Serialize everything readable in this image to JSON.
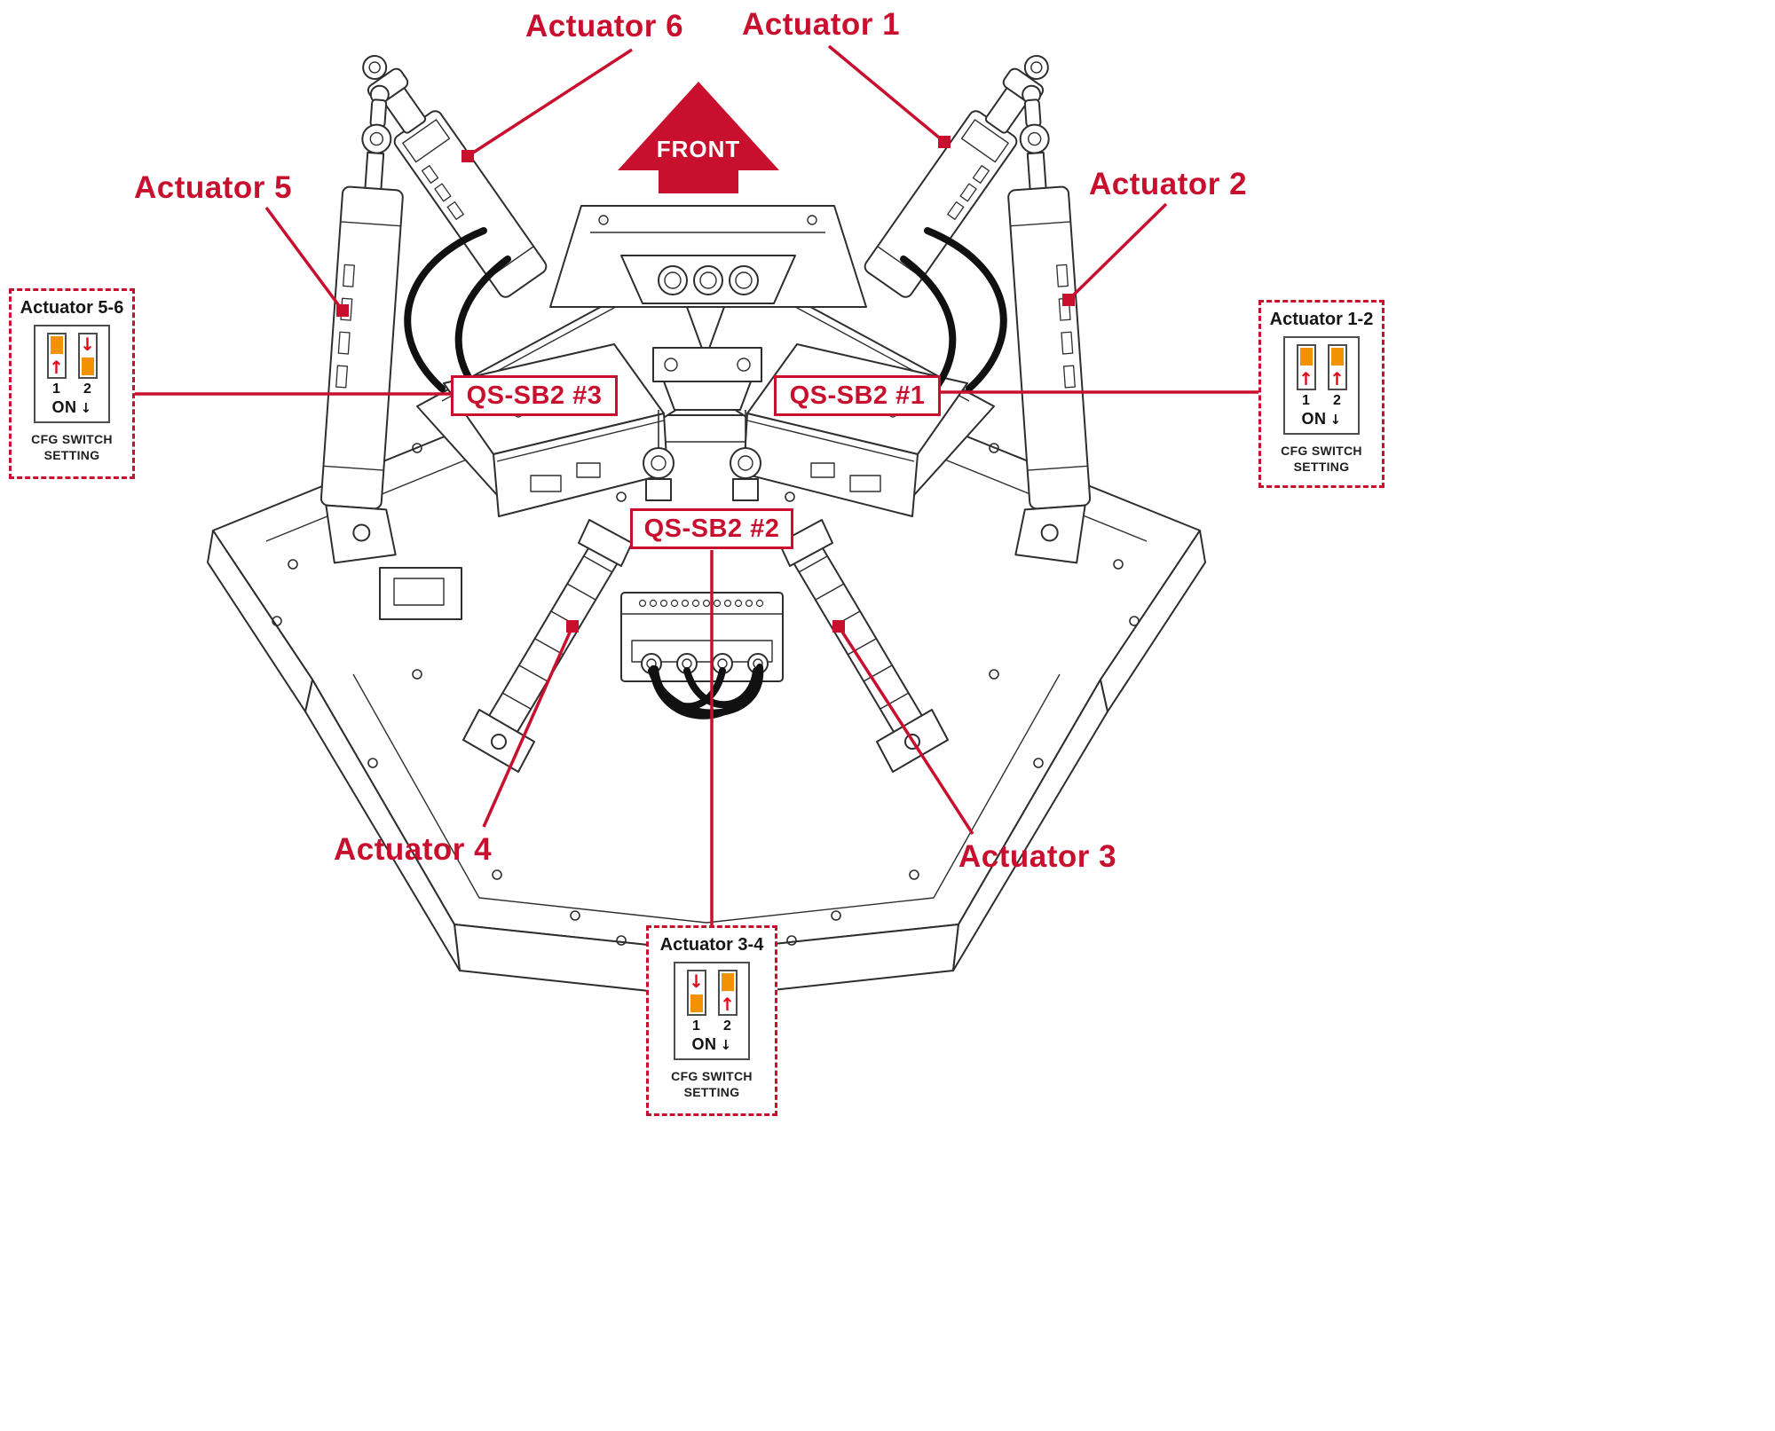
{
  "colors": {
    "accent_red": "#c8102e",
    "switch_orange": "#f39200",
    "arrow_red": "#e30613",
    "line_art": "#2e2e2e"
  },
  "front": {
    "label": "FRONT"
  },
  "actuators": [
    {
      "label": "Actuator 1"
    },
    {
      "label": "Actuator 2"
    },
    {
      "label": "Actuator 3"
    },
    {
      "label": "Actuator 4"
    },
    {
      "label": "Actuator 5"
    },
    {
      "label": "Actuator 6"
    }
  ],
  "boxes": [
    {
      "label": "QS-SB2 #1"
    },
    {
      "label": "QS-SB2 #2"
    },
    {
      "label": "QS-SB2 #3"
    }
  ],
  "callouts": [
    {
      "title": "Actuator 5-6",
      "switches": [
        {
          "num": "1",
          "position": "up",
          "arrow": "↑"
        },
        {
          "num": "2",
          "position": "down",
          "arrow": "↓"
        }
      ],
      "on_label": "ON",
      "on_arrow": "↓",
      "cfg_line1": "CFG SWITCH",
      "cfg_line2": "SETTING"
    },
    {
      "title": "Actuator 1-2",
      "switches": [
        {
          "num": "1",
          "position": "up",
          "arrow": "↑"
        },
        {
          "num": "2",
          "position": "up",
          "arrow": "↑"
        }
      ],
      "on_label": "ON",
      "on_arrow": "↓",
      "cfg_line1": "CFG SWITCH",
      "cfg_line2": "SETTING"
    },
    {
      "title": "Actuator 3-4",
      "switches": [
        {
          "num": "1",
          "position": "down",
          "arrow": "↓"
        },
        {
          "num": "2",
          "position": "up",
          "arrow": "↑"
        }
      ],
      "on_label": "ON",
      "on_arrow": "↓",
      "cfg_line1": "CFG SWITCH",
      "cfg_line2": "SETTING"
    }
  ]
}
